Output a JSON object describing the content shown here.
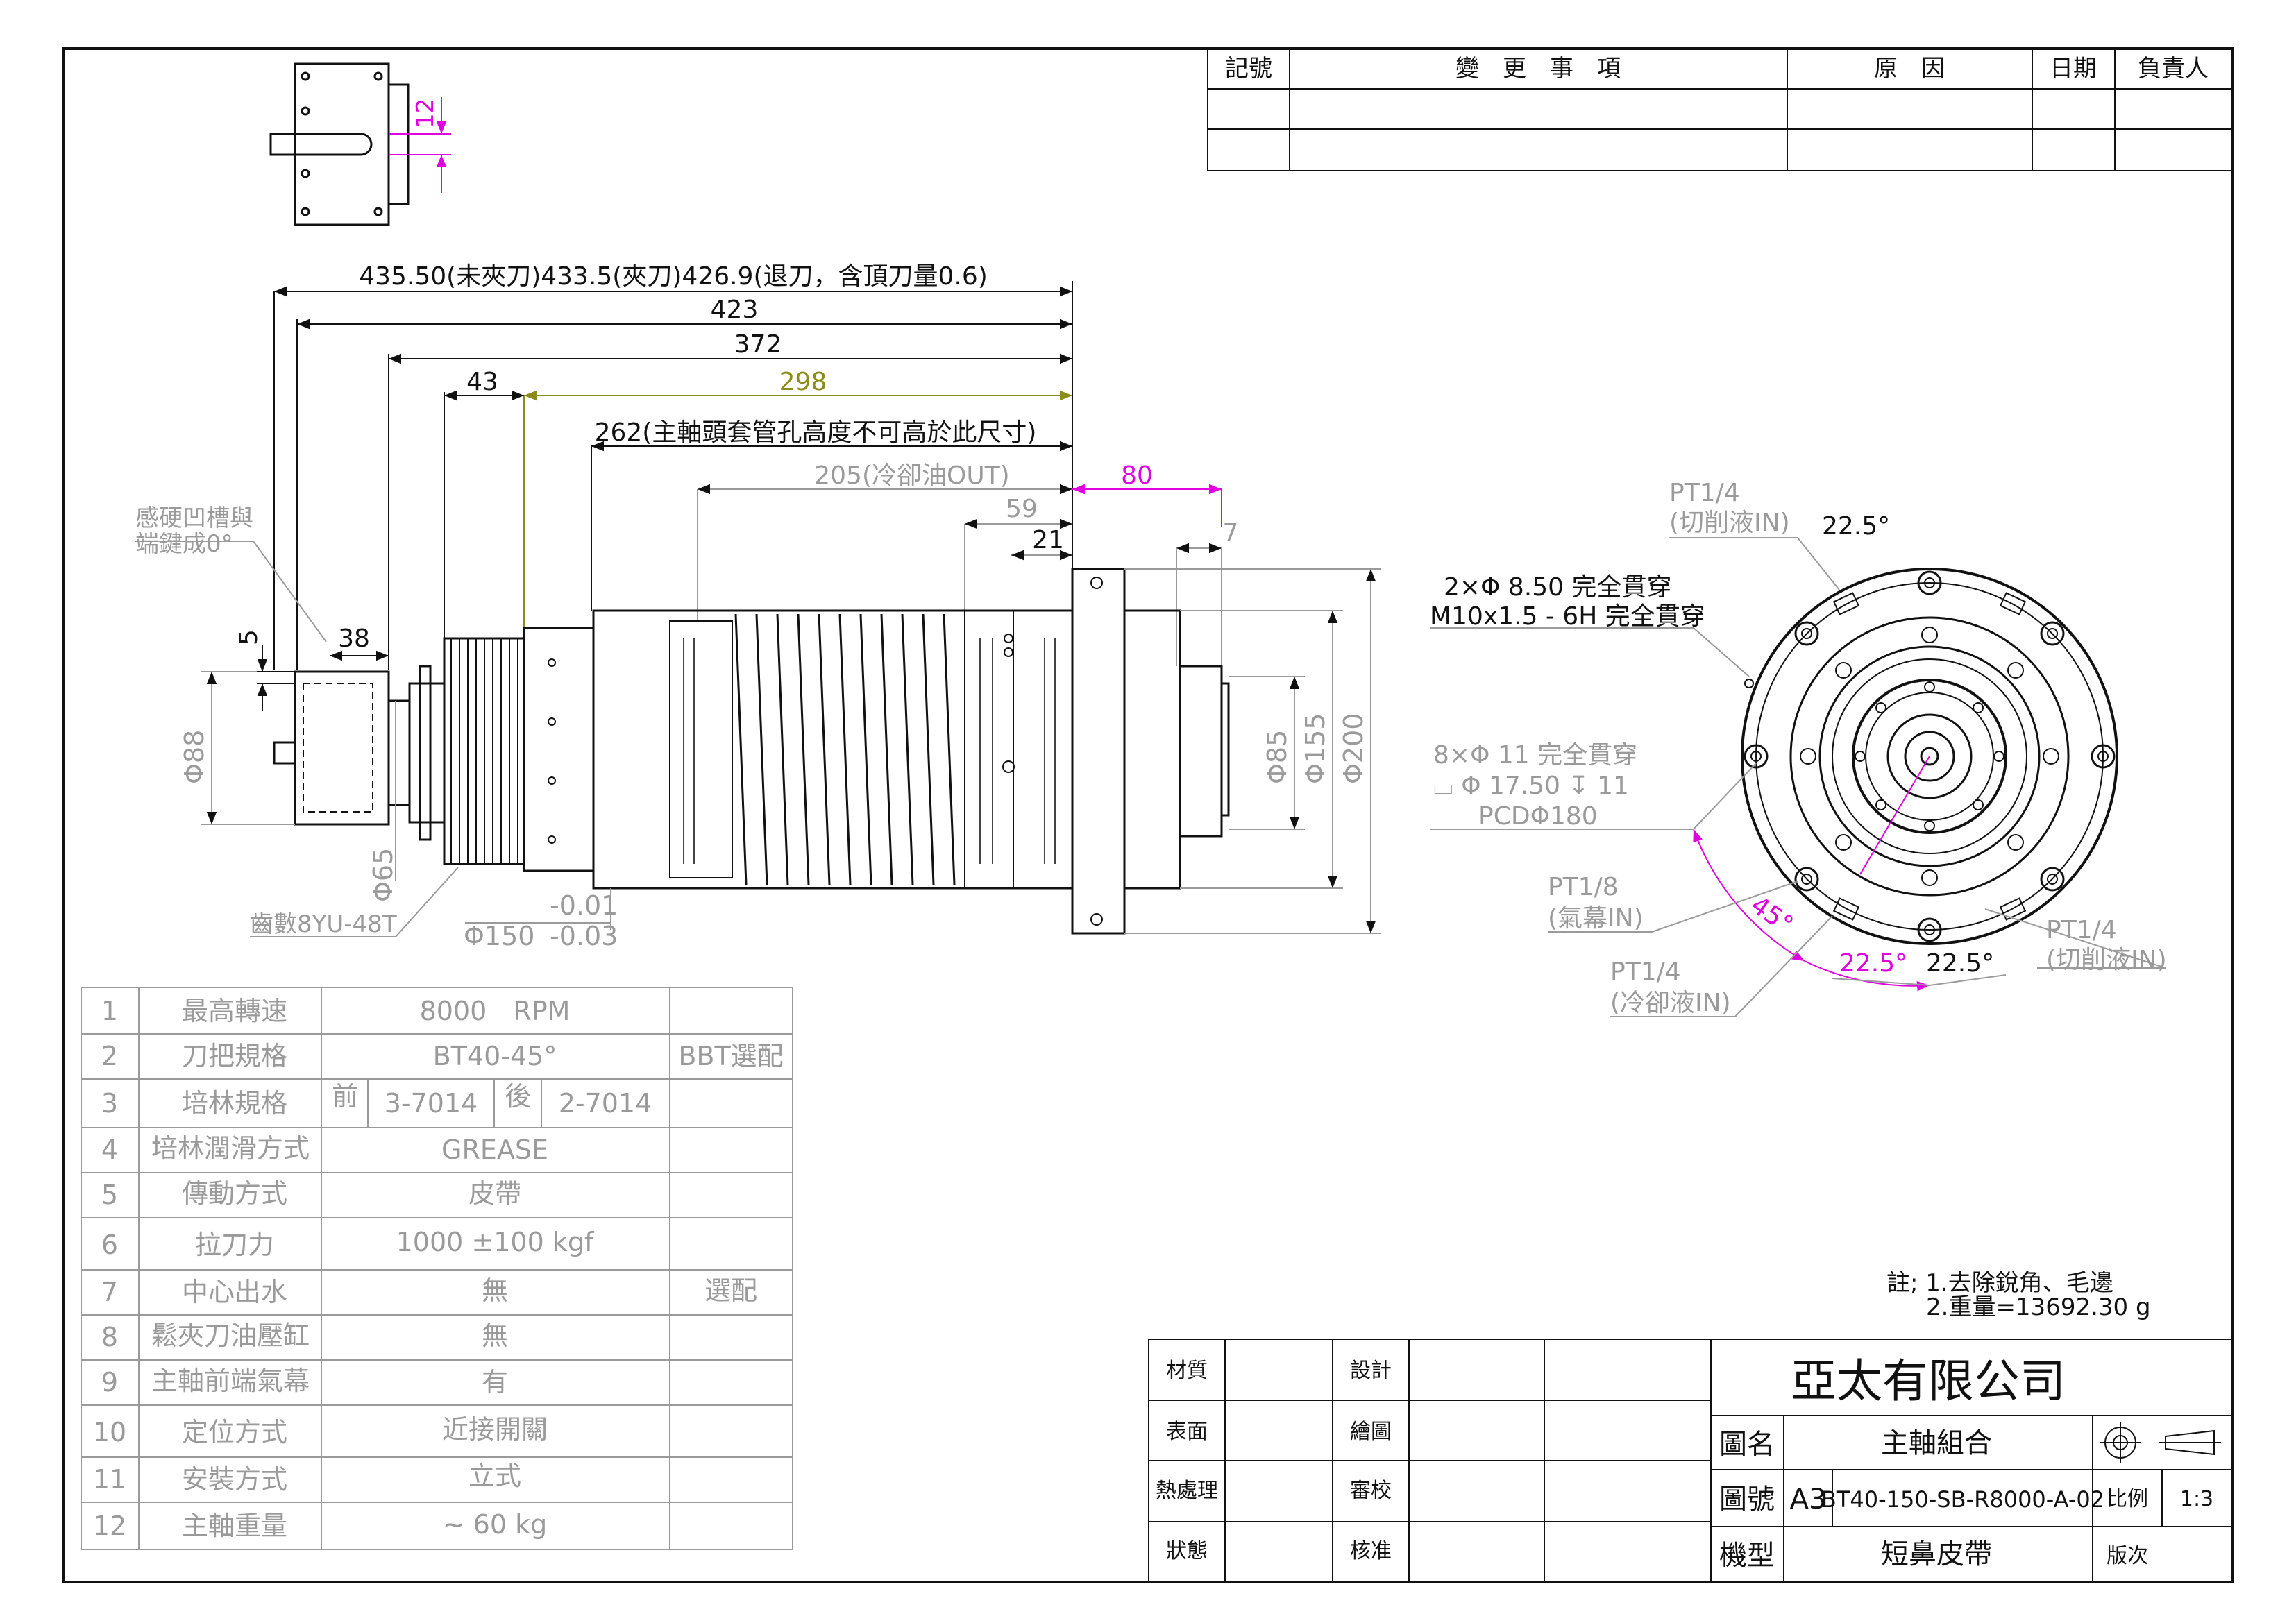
{
  "revision_block": {
    "headers": [
      "記號",
      "變　更　事　項",
      "原　因",
      "日期",
      "負責人"
    ]
  },
  "dims": {
    "total": "435.50(未夾刀)433.5(夾刀)426.9(退刀，含頂刀量0.6)",
    "d423": "423",
    "d372": "372",
    "d43": "43",
    "d298": "298",
    "d262": "262(主軸頭套管孔高度不可高於此尺寸)",
    "d205": "205(冷卻油OUT)",
    "d80": "80",
    "d59": "59",
    "d7": "7",
    "d21": "21",
    "d38": "38",
    "d5": "5",
    "d12": "12",
    "dia88": "Φ88",
    "dia65": "Φ65",
    "dia85": "Φ85",
    "dia155": "Φ155",
    "dia200": "Φ200",
    "dia150": "Φ150",
    "tol_upper": "-0.01",
    "tol_lower": "-0.03"
  },
  "side_notes": {
    "sensor_groove": [
      "感硬凹槽與",
      "端鍵成0°"
    ],
    "gear": "齒數8YU-48T"
  },
  "front_view": {
    "pt14_top": [
      "PT1/4",
      "(切削液IN)"
    ],
    "angle_top": "22.5°",
    "holes_note": [
      "2×Φ 8.50 完全貫穿",
      "M10x1.5 - 6H 完全貫穿"
    ],
    "bolt_note": [
      "8×Φ 11 完全貫穿",
      "⌴ Φ 17.50 ↧ 11",
      "PCDΦ180"
    ],
    "pt18": [
      "PT1/8",
      "(氣幕IN)"
    ],
    "angle45": "45°",
    "pt14_cool": [
      "PT1/4",
      "(冷卻液IN)"
    ],
    "angle_b1": "22.5°",
    "angle_b2": "22.5°",
    "pt14_right": [
      "PT1/4",
      "(切削液IN)"
    ]
  },
  "spec_table": [
    {
      "no": "1",
      "item": "最高轉速",
      "value": "8000　RPM",
      "note": ""
    },
    {
      "no": "2",
      "item": "刀把規格",
      "value": "BT40-45°",
      "note": "BBT選配"
    },
    {
      "no": "3",
      "item": "培林規格",
      "front_label": "前",
      "front": "3-7014",
      "rear_label": "後",
      "rear": "2-7014",
      "note": ""
    },
    {
      "no": "4",
      "item": "培林潤滑方式",
      "value": "GREASE",
      "note": ""
    },
    {
      "no": "5",
      "item": "傳動方式",
      "value": "皮帶",
      "note": ""
    },
    {
      "no": "6",
      "item": "拉刀力",
      "value": "1000 ±100 kgf",
      "note": ""
    },
    {
      "no": "7",
      "item": "中心出水",
      "value": "無",
      "note": "選配"
    },
    {
      "no": "8",
      "item": "鬆夾刀油壓缸",
      "value": "無",
      "note": ""
    },
    {
      "no": "9",
      "item": "主軸前端氣幕",
      "value": "有",
      "note": ""
    },
    {
      "no": "10",
      "item": "定位方式",
      "value": "近接開關",
      "note": ""
    },
    {
      "no": "11",
      "item": "安裝方式",
      "value": "立式",
      "note": ""
    },
    {
      "no": "12",
      "item": "主軸重量",
      "value": "~ 60 kg",
      "note": ""
    }
  ],
  "notes": [
    "註; 1.去除銳角、毛邊",
    "2.重量=13692.30 g"
  ],
  "title_block": {
    "labels_left": [
      "材質",
      "表面",
      "熱處理",
      "狀態"
    ],
    "labels_mid": [
      "設計",
      "繪圖",
      "審校",
      "核准"
    ],
    "company": "亞太有限公司",
    "name_label": "圖名",
    "name": "主軸組合",
    "number_label": "圖號",
    "size": "A3",
    "number": "BT40-150-SB-R8000-A-02",
    "scale_label": "比例",
    "scale": "1:3",
    "model_label": "機型",
    "model": "短鼻皮帶",
    "version_label": "版次"
  },
  "colors": {
    "magenta": "#e000e0",
    "olive": "#8c8c1a",
    "gray": "#9a9a9a"
  }
}
